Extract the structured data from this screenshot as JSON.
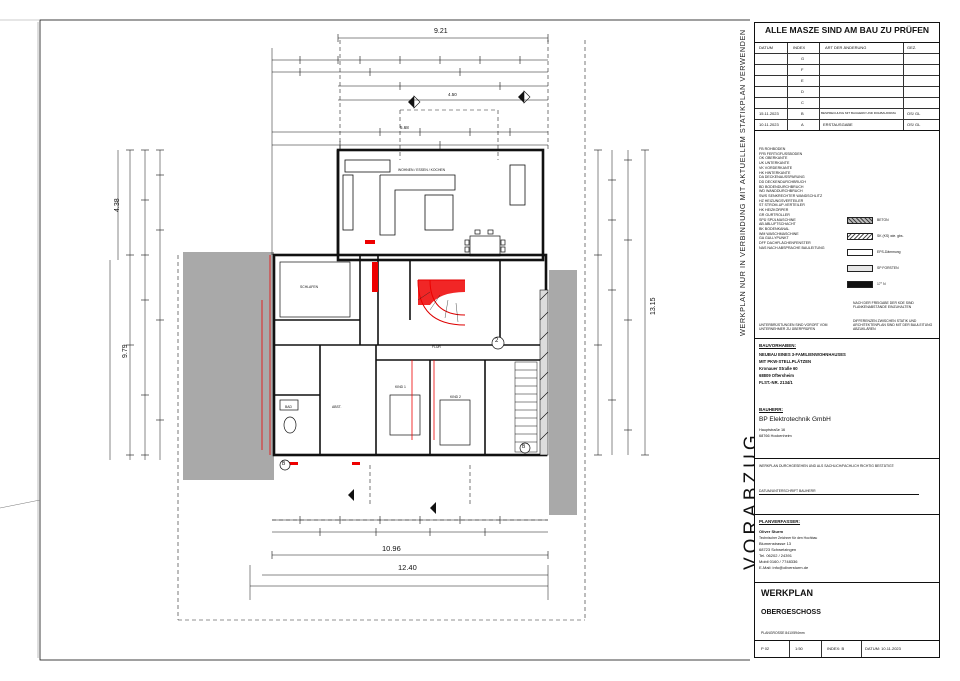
{
  "left_note": "WERKPLAN NUR IN VERBINDUNG MIT AKTUELLEM STATIKPLAN VERWENDEN",
  "stamp": "VORABZUG",
  "title_block": {
    "header": "ALLE MASZE SIND AM BAU ZU PRÜFEN",
    "rev_cols": [
      "DATUM",
      "INDEX",
      "ART DER ÄNDERUNG",
      "GEZ."
    ],
    "revisions": [
      {
        "date": "",
        "index": "G",
        "desc": "",
        "by": ""
      },
      {
        "date": "",
        "index": "F",
        "desc": "",
        "by": ""
      },
      {
        "date": "",
        "index": "E",
        "desc": "",
        "by": ""
      },
      {
        "date": "",
        "index": "D",
        "desc": "",
        "by": ""
      },
      {
        "date": "",
        "index": "C",
        "desc": "",
        "by": ""
      },
      {
        "date": "15.11.2023",
        "index": "B",
        "desc": "BESPRECHUNG MIT BAUHERR UND ROHBAUFIRMA",
        "by": "OS/ GL"
      },
      {
        "date": "10.11.2023",
        "index": "A",
        "desc": "ERSTAUSGABE",
        "by": "OS/ GL"
      }
    ],
    "abbreviations": [
      "FB  ROHBODEN",
      "FFB  FERTIGFUSSBODEN",
      "OK  OBERKANTE",
      "UK  UNTERKANTE",
      "VK  VORDERKANTE",
      "HK  HINTERKANTE",
      "DA  DECKENAUSSPARUNG",
      "DD  DECKENDURCHBRUCH",
      "BD  BODENDURCHBRUCH",
      "WD  WANDDURCHBRUCH",
      "SWS  SENKRECHTER WANDSCHLITZ",
      "HZ  HEIZUNGSVERTEILER",
      "ST  STROM-UP-VERTEILER",
      "HK  HEIZKÖRPER",
      "GR  GURTROLLER",
      "SPÜ  SPÜLMASCHINE",
      "AB  ABLUFTSCHACHT",
      "BK  BODENKANAL",
      "WM  WASCHMASCHINE",
      "GA  GULLYPUNKT",
      "DFF  DACHFLÄCHENFENSTER",
      "NAS  NACH ABSPRACHE BAULEITUNG"
    ],
    "legend": [
      "BETON",
      "SK (KS) wie. gbs.",
      "EPS-Dämmung",
      "SP FORSTEN",
      "17° N"
    ],
    "notes": [
      "UNTERBRÜSTUNGEN SIND VORORT VOM UNTERNEHMER ZU ÜBERPRÜFEN",
      "NACH DER FREIGABE DER KDE SIND FLANKENABSTÄNDE EINZUHALTEN",
      "DIFFERENZEN ZWISCHEN STATIK UND ARCHITEKTENPLAN SIND MIT DER BAULEITUNG ABZUKLÄREN"
    ],
    "project_label": "BAUVORHABEN:",
    "project": [
      "NEUBAU EINES 3-FAMILIENWOHNHAUSES",
      "MIT PKW-STELLPLÄTZEN",
      "Kronauer Straße 60",
      "68809 Oftersheim",
      "FLST.-NR. 2134/1"
    ],
    "client_label": "BAUHERR:",
    "client_name": "BP Elektrotechnik GmbH",
    "client_addr": [
      "Hauptstraße 16",
      "68766 Hockenheim"
    ],
    "approval": "WERKPLAN DURCHGESEHEN UND ALS SACHLICH/FACHLICH RICHTIG BESTÄTIGT:",
    "approval_sign": "DATUM/UNTERSCHRIFT BAUHERR",
    "author_label": "PLANVERFASSER:",
    "author": [
      "Oliver Sturm",
      "Technischer Zeichner für den Hochbau",
      "Blumenstrasse 13",
      "68723 Schwetzingen",
      "Tel. 06202 / 24391",
      "Mobil 0160 / 7748336",
      "E-Mail: info@oliversturm.de"
    ],
    "plan_type": "WERKPLAN",
    "plan_title": "OBERGESCHOSS",
    "plan_size": "PLANGROSSE 841X594mm",
    "footer": {
      "plan_no": "P 02",
      "scale": "1:50",
      "index": "INDEX: B",
      "date": "DATUM: 10.11.2023"
    }
  },
  "dimensions": {
    "top_total": "9.21",
    "bottom_1": "10.96",
    "bottom_2": "12.40",
    "left_height": "9.79",
    "left_top": "4.38",
    "right_height": "13.15",
    "upper_width": "4.50",
    "mid_width": "5.68"
  },
  "rooms": [
    "WOHNEN / ESSEN / KOCHEN",
    "SCHLAFEN",
    "BAD",
    "KIND 1",
    "KIND 2",
    "FLUR",
    "ABST."
  ],
  "axis_markers": [
    "B",
    "B",
    "2"
  ]
}
